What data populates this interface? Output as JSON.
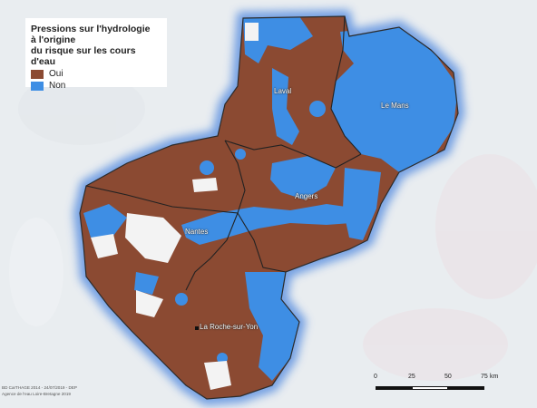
{
  "legend": {
    "title_lines": [
      "Pressions sur l'hydrologie",
      "à l'origine",
      "du risque sur les cours d'eau"
    ],
    "items": [
      {
        "label": "Oui",
        "color": "#8b4a32"
      },
      {
        "label": "Non",
        "color": "#3e8ee4"
      }
    ]
  },
  "cities": [
    "Laval",
    "Le Mans",
    "Angers",
    "Nantes",
    "La Roche-sur-Yon"
  ],
  "scale": {
    "ticks": [
      "0",
      "25",
      "50",
      "75"
    ],
    "unit": "km"
  },
  "credits": [
    "BD CarTHAGE 2014 - 24/07/2019 - DEP",
    "Agence de l'eau Loire-Bretagne 2019"
  ],
  "colors": {
    "background": "#e9edf0",
    "glow": "#5a8fe0",
    "outline": "#2b2b2b",
    "no_data": "#f3f3f3"
  }
}
